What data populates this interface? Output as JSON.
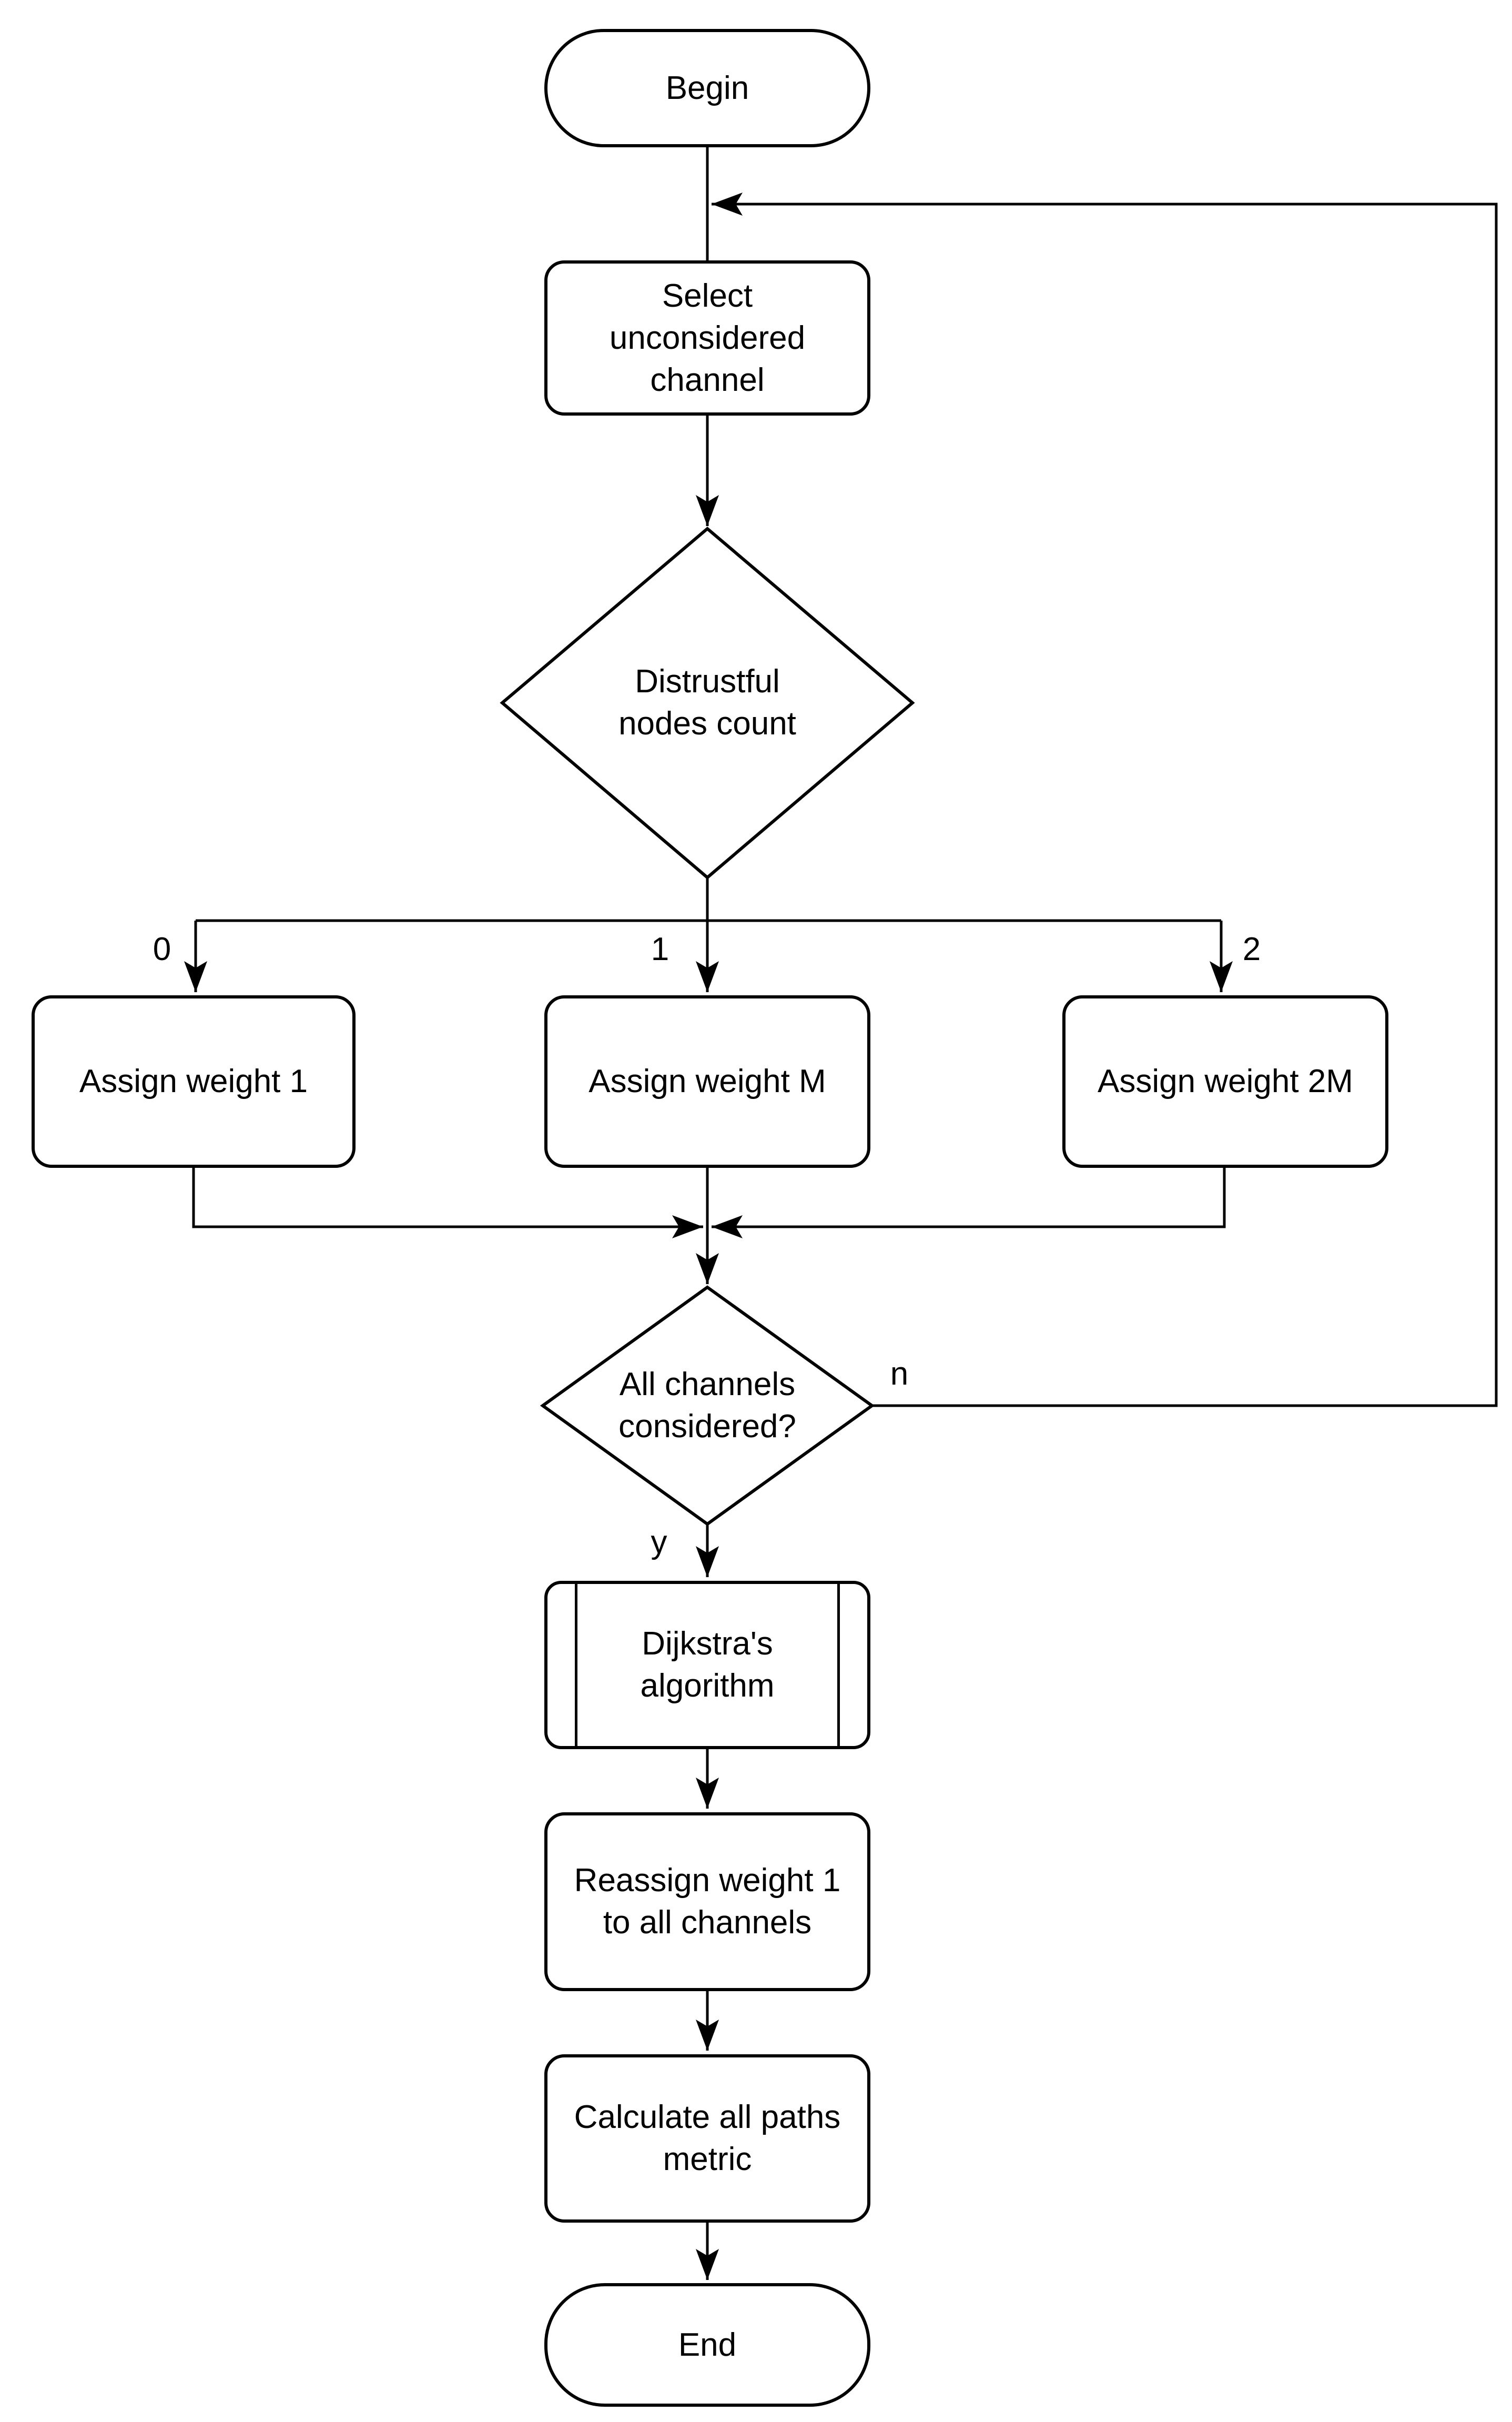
{
  "colors": {
    "background": "#ffffff",
    "stroke": "#000000",
    "shape_fill": "#ffffff",
    "text": "#000000"
  },
  "nodes": {
    "begin": {
      "type": "terminator",
      "lines": [
        "Begin"
      ]
    },
    "select_channel": {
      "type": "process",
      "lines": [
        "Select",
        "unconsidered",
        "channel"
      ]
    },
    "distrustful_count": {
      "type": "decision",
      "lines": [
        "Distrustful",
        "nodes count"
      ]
    },
    "assign_weight_1": {
      "type": "process",
      "lines": [
        "Assign weight 1"
      ]
    },
    "assign_weight_m": {
      "type": "process",
      "lines": [
        "Assign weight M"
      ]
    },
    "assign_weight_2m": {
      "type": "process",
      "lines": [
        "Assign weight 2M"
      ]
    },
    "all_channels_considered": {
      "type": "decision",
      "lines": [
        "All channels",
        "considered?"
      ]
    },
    "dijkstra": {
      "type": "predefined_process",
      "lines": [
        "Dijkstra's",
        "algorithm"
      ]
    },
    "reassign_weight": {
      "type": "process",
      "lines": [
        "Reassign weight 1",
        "to all channels"
      ]
    },
    "calculate_metric": {
      "type": "process",
      "lines": [
        "Calculate all paths",
        "metric"
      ]
    },
    "end": {
      "type": "terminator",
      "lines": [
        "End"
      ]
    }
  },
  "edge_labels": {
    "count_0": "0",
    "count_1": "1",
    "count_2": "2",
    "no": "n",
    "yes": "y"
  }
}
